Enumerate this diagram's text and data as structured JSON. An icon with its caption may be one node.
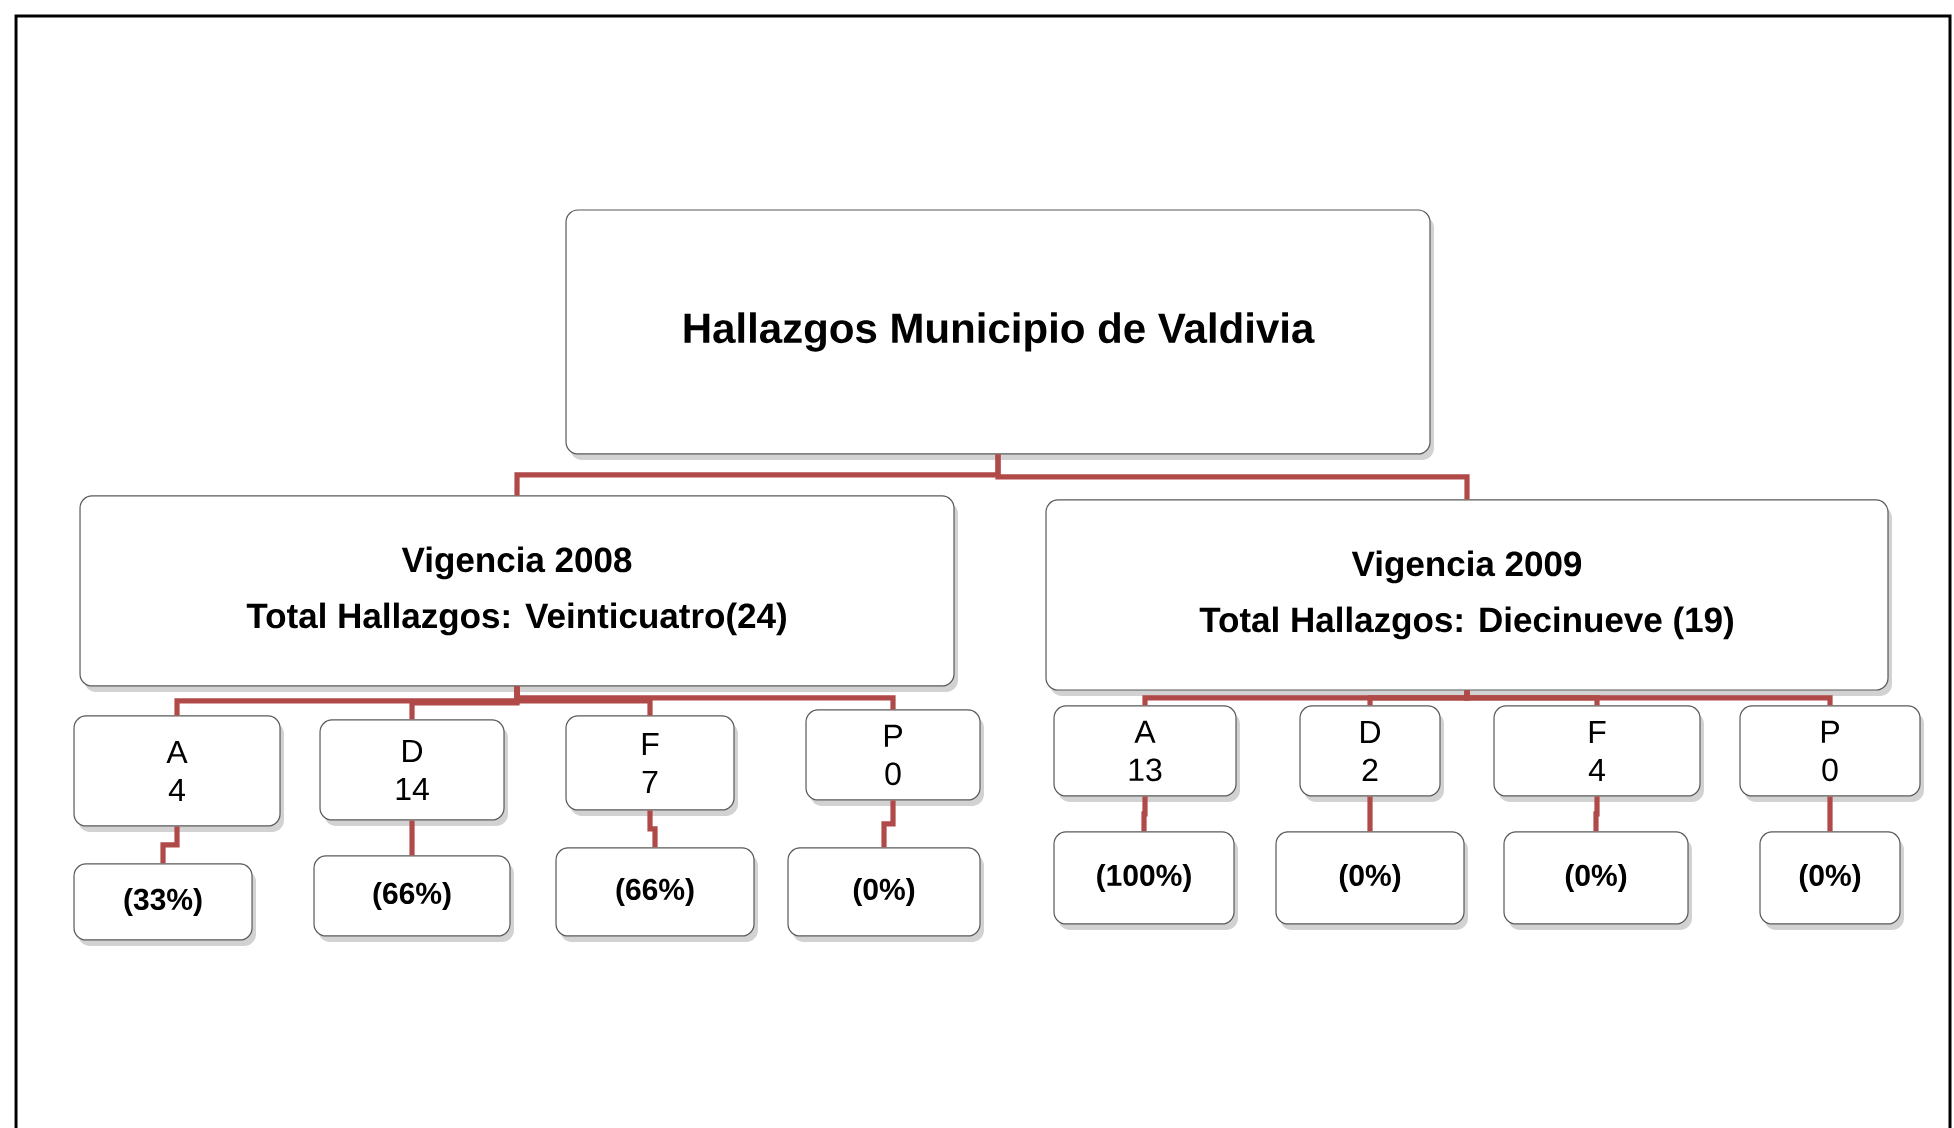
{
  "diagram": {
    "nodes": [
      {
        "text": [
          "Hallazgos Municipio  de Valdivia"
        ]
      },
      {
        "text": [
          "Vigencia 2008",
          "Total Hallazgos:  Veinticuatro(24)"
        ]
      },
      {
        "text": [
          "Vigencia 2009",
          "Total Hallazgos: Diecinueve (19)"
        ]
      },
      {
        "text": [
          "A",
          "4"
        ]
      },
      {
        "text": [
          "D",
          "14"
        ]
      },
      {
        "text": [
          "F",
          "7"
        ]
      },
      {
        "text": [
          "P",
          "0"
        ]
      },
      {
        "text": [
          "A",
          "13"
        ]
      },
      {
        "text": [
          "D",
          "2"
        ]
      },
      {
        "text": [
          "F",
          "4"
        ]
      },
      {
        "text": [
          "P",
          "0"
        ]
      },
      {
        "text": [
          "(33%)"
        ]
      },
      {
        "text": [
          "(66%)"
        ]
      },
      {
        "text": [
          "(66%)"
        ]
      },
      {
        "text": [
          "(0%)"
        ]
      },
      {
        "text": [
          "(100%)"
        ]
      },
      {
        "text": [
          "(0%)"
        ]
      },
      {
        "text": [
          "(0%)"
        ]
      },
      {
        "text": [
          "(0%)"
        ]
      }
    ],
    "edges": [
      {
        "from": 0,
        "to": 1,
        "arrow": "none"
      },
      {
        "from": 0,
        "to": 2,
        "arrow": "none"
      },
      {
        "from": 1,
        "to": 3,
        "arrow": "none"
      },
      {
        "from": 1,
        "to": 4,
        "arrow": "none"
      },
      {
        "from": 1,
        "to": 5,
        "arrow": "none"
      },
      {
        "from": 1,
        "to": 6,
        "arrow": "none"
      },
      {
        "from": 2,
        "to": 7,
        "arrow": "none"
      },
      {
        "from": 2,
        "to": 8,
        "arrow": "none"
      },
      {
        "from": 2,
        "to": 9,
        "arrow": "none"
      },
      {
        "from": 2,
        "to": 10,
        "arrow": "none"
      },
      {
        "from": 3,
        "to": 11,
        "arrow": "none"
      },
      {
        "from": 4,
        "to": 12,
        "arrow": "none"
      },
      {
        "from": 5,
        "to": 13,
        "arrow": "none"
      },
      {
        "from": 6,
        "to": 14,
        "arrow": "none"
      },
      {
        "from": 7,
        "to": 15,
        "arrow": "none"
      },
      {
        "from": 8,
        "to": 16,
        "arrow": "none"
      },
      {
        "from": 9,
        "to": 17,
        "arrow": "none"
      },
      {
        "from": 10,
        "to": 18,
        "arrow": "none"
      }
    ]
  }
}
